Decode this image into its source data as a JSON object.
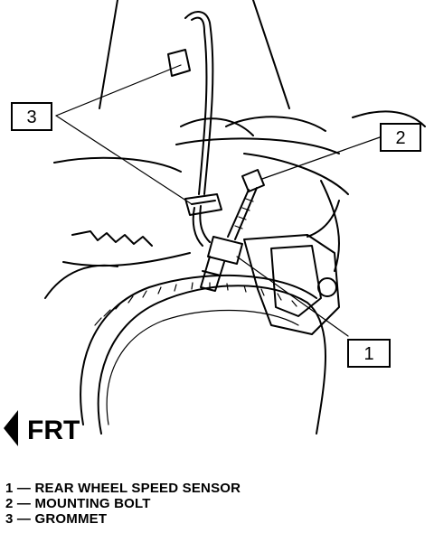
{
  "callouts": [
    {
      "number": "1",
      "name": "Rear wheel speed sensor"
    },
    {
      "number": "2",
      "name": "Mounting bolt"
    },
    {
      "number": "3",
      "name": "Grommet"
    }
  ],
  "direction": {
    "label": "FRT"
  },
  "legend": [
    {
      "text": "1 — REAR WHEEL SPEED SENSOR"
    },
    {
      "text": "2 — MOUNTING BOLT"
    },
    {
      "text": "3 — GROMMET"
    }
  ]
}
